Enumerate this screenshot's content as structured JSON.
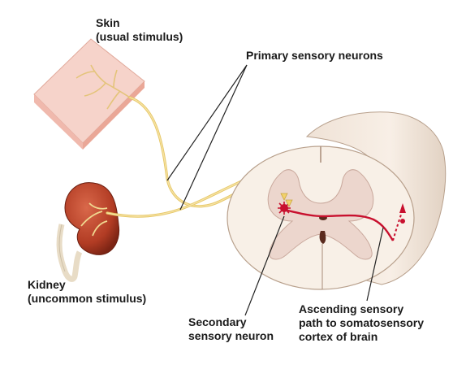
{
  "labels": {
    "skin_line1": "Skin",
    "skin_line2": "(usual stimulus)",
    "primary": "Primary sensory neurons",
    "kidney_line1": "Kidney",
    "kidney_line2": "(uncommon stimulus)",
    "secondary_line1": "Secondary",
    "secondary_line2": "sensory neuron",
    "ascending_line1": "Ascending sensory",
    "ascending_line2": "path to somatosensory",
    "ascending_line3": "cortex of brain"
  },
  "colors": {
    "skin": "#f6cfc6",
    "nerve": "#efd98a",
    "kidney": "#b8422a",
    "cord": "#f7eee4",
    "gray_matter": "#e7cfc6",
    "pathway": "#c8102e"
  }
}
